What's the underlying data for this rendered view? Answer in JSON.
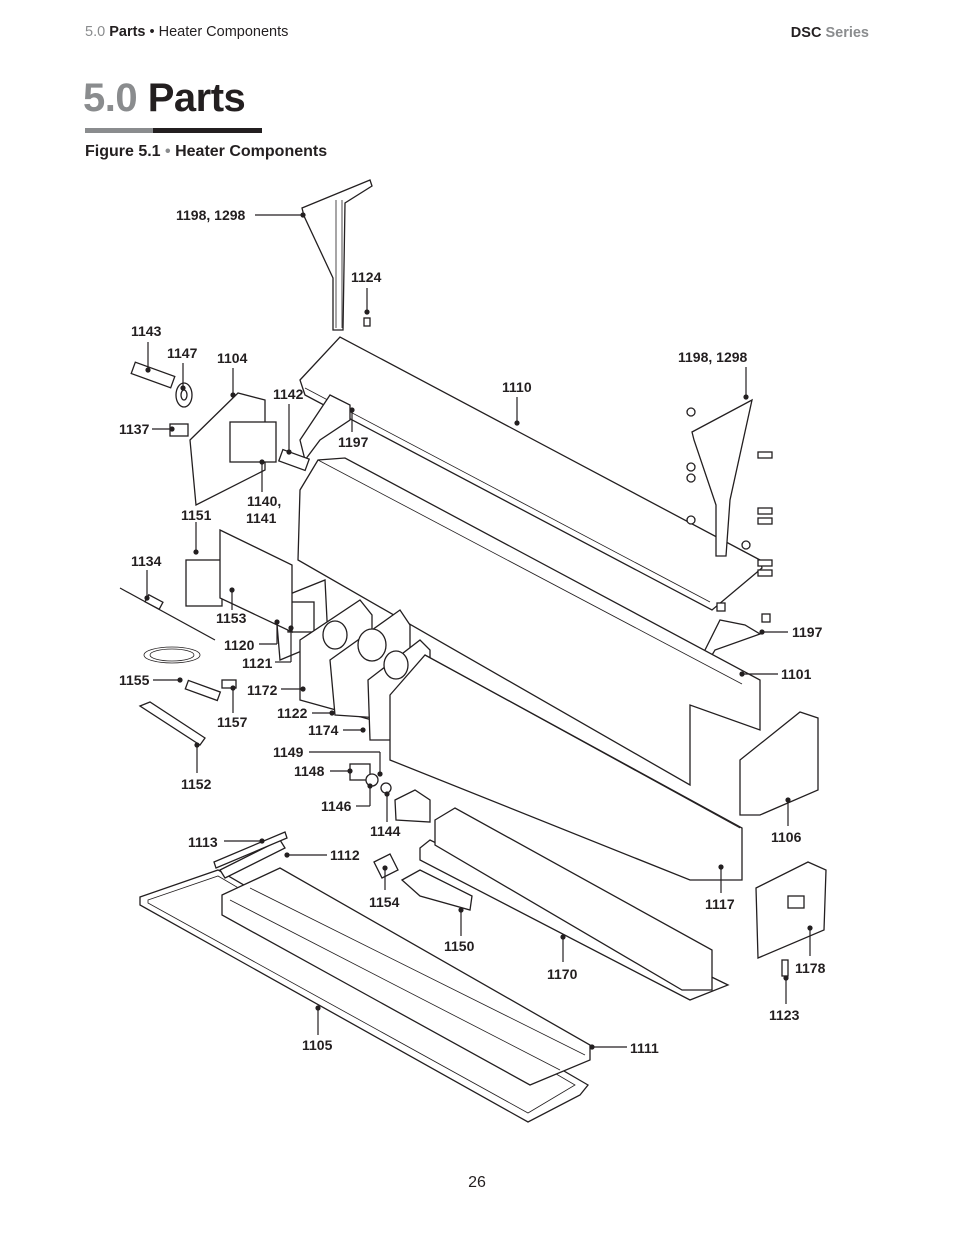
{
  "header": {
    "section_number": "5.0",
    "section_name": "Parts",
    "bullet": "•",
    "subsection": "Heater Components",
    "series_code": "DSC",
    "series_word": "Series"
  },
  "title": {
    "number": "5.0",
    "text": "Parts"
  },
  "figure": {
    "label": "Figure 5.1",
    "bullet": "•",
    "name": "Heater Components"
  },
  "callouts": [
    "1198, 1298",
    "1124",
    "1143",
    "1147",
    "1104",
    "1142",
    "1137",
    "1197",
    "1110",
    "1198, 1298",
    "1140,",
    "1141",
    "1151",
    "1134",
    "1153",
    "1120",
    "1121",
    "1155",
    "1172",
    "1157",
    "1122",
    "1174",
    "1152",
    "1149",
    "1148",
    "1146",
    "1144",
    "1197",
    "1101",
    "1106",
    "1113",
    "1112",
    "1154",
    "1150",
    "1170",
    "1117",
    "1178",
    "1123",
    "1105",
    "1111"
  ],
  "page_number": "26"
}
